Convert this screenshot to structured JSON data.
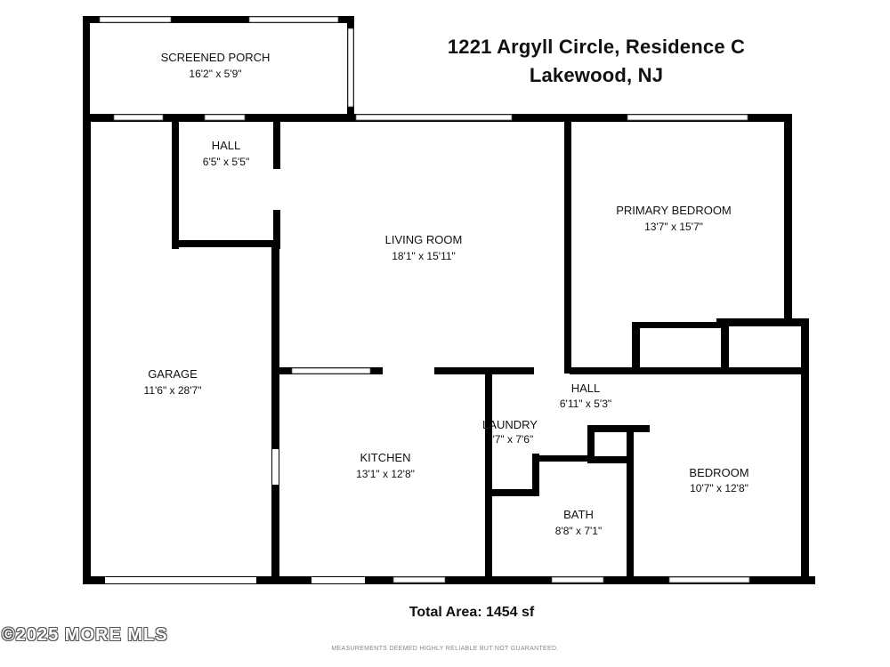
{
  "header": {
    "address_line1": "1221 Argyll Circle, Residence C",
    "address_line2": "Lakewood, NJ"
  },
  "rooms": {
    "screened_porch": {
      "name": "SCREENED PORCH",
      "dims": "16'2\" x 5'9\""
    },
    "hall_upper": {
      "name": "HALL",
      "dims": "6'5\" x 5'5\""
    },
    "living_room": {
      "name": "LIVING ROOM",
      "dims": "18'1\" x 15'11\""
    },
    "primary_bedroom": {
      "name": "PRIMARY BEDROOM",
      "dims": "13'7\" x 15'7\""
    },
    "garage": {
      "name": "GARAGE",
      "dims": "11'6\" x 28'7\""
    },
    "kitchen": {
      "name": "KITCHEN",
      "dims": "13'1\" x 12'8\""
    },
    "laundry": {
      "name": "LAUNDRY",
      "dims": "7'7\" x 7'6\""
    },
    "hall_lower": {
      "name": "HALL",
      "dims": "6'11\" x 5'3\""
    },
    "bath": {
      "name": "BATH",
      "dims": "8'8\" x 7'1\""
    },
    "bedroom": {
      "name": "BEDROOM",
      "dims": "10'7\" x 12'8\""
    }
  },
  "footer": {
    "total_area": "Total Area: 1454 sf",
    "copyright": "©2025 MORE MLS",
    "disclaimer": "MEASUREMENTS DEEMED HIGHLY RELIABLE BUT NOT GUARANTEED."
  },
  "colors": {
    "wall": "#000000",
    "window": "#ffffff",
    "background": "#ffffff"
  }
}
